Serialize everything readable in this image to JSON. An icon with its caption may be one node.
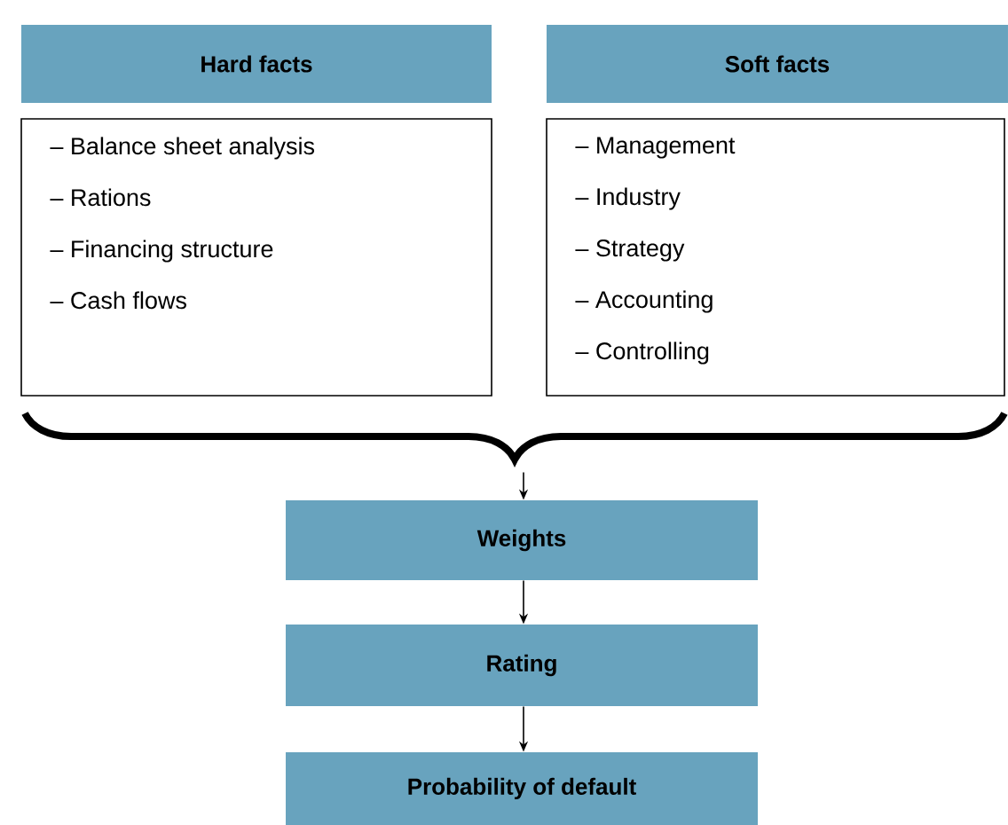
{
  "diagram": {
    "nodes": [
      {
        "text": [
          "Hard facts"
        ]
      },
      {
        "text": [
          "– Balance sheet analysis",
          "– Rations",
          "– Financing structure",
          "– Cash flows"
        ]
      },
      {
        "text": [
          "Soft facts"
        ]
      },
      {
        "text": [
          "– Management",
          "– Industry",
          "– Strategy",
          "– Accounting",
          "– Controlling"
        ]
      },
      {
        "text": [],
        "shape": "brace"
      },
      {
        "text": [
          "Weights"
        ]
      },
      {
        "text": [
          "Rating"
        ]
      },
      {
        "text": [
          "Probability of default"
        ]
      }
    ],
    "edges": [
      {
        "from": 4,
        "to": 5,
        "arrow": "to"
      },
      {
        "from": 5,
        "to": 6,
        "arrow": "to"
      },
      {
        "from": 6,
        "to": 7,
        "arrow": "to"
      }
    ]
  }
}
